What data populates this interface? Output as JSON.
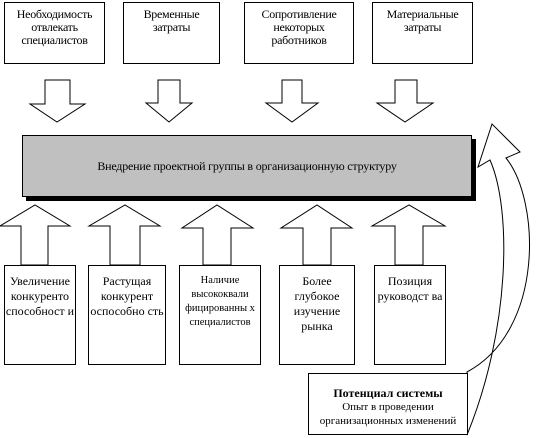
{
  "top_factors": [
    {
      "label": "Необходимость отвлекать специалистов"
    },
    {
      "label": "Временные затраты"
    },
    {
      "label": "Сопротивление некоторых работников"
    },
    {
      "label": "Материальные затраты"
    }
  ],
  "center": {
    "label": "Внедрение проектной группы в организационную структуру"
  },
  "bottom_factors": [
    {
      "label": "Увеличение конкуренто способност и"
    },
    {
      "label": "Растущая конкурент оспособно сть"
    },
    {
      "label": "Наличие высококвали фицированны х специалистов"
    },
    {
      "label": "Более глубокое изучение рынка"
    },
    {
      "label": "Позиция руководст ва"
    }
  ],
  "potential": {
    "title": "Потенциал системы",
    "desc": "Опыт в проведении организационных изменений"
  }
}
